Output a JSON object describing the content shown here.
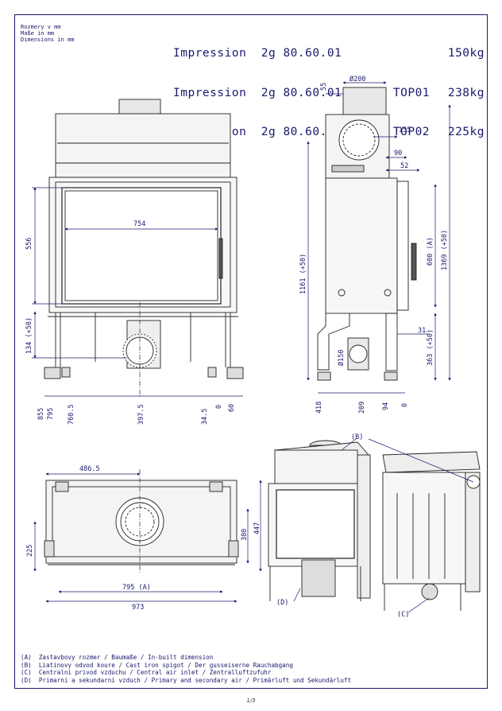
{
  "header": {
    "units": [
      "Rozmery v mm",
      "Maße in mm",
      "Dimensions in mm"
    ],
    "models": [
      {
        "name": "Impression  2g 80.60.01",
        "weight": "150kg"
      },
      {
        "name": "Impression  2g 80.60.01 + I2H TOP01",
        "weight": "238kg"
      },
      {
        "name": "Impression  2g 80.60.01 + I2H TOP02",
        "weight": "225kg"
      }
    ]
  },
  "front_view": {
    "dims": {
      "opening_width": "754",
      "opening_height": "556",
      "bottom_height": "134 (+50)",
      "d855": "855",
      "d795": "795",
      "d760": "760.5",
      "d397": "397.5",
      "d34": "34.5",
      "d0": "0",
      "d60": "60"
    }
  },
  "side_view": {
    "dims": {
      "d55": "55",
      "diam200": "Ø200",
      "d155": "155",
      "d90": "90",
      "d52": "52",
      "d1161": "1161 (+50)",
      "d600": "600 (A)",
      "d1369": "1369 (+50)",
      "d31": "31",
      "d363": "363 (+50)",
      "diam150": "Ø150",
      "d418": "418",
      "d209": "209",
      "d94": "94",
      "d0": "0"
    }
  },
  "top_view": {
    "dims": {
      "d486": "486.5",
      "d380": "380",
      "d447": "447",
      "d225": "225",
      "d795a": "795 (A)",
      "d973": "973"
    }
  },
  "callouts": {
    "B": "(B)",
    "C": "(C)",
    "D": "(D)"
  },
  "legend": [
    "(A)  Zastavbovy rozmer / Baumaße / In-built dimension",
    "(B)  Liatinovy odvod koure / Cast iron spigot / Der gusseiserne Rauchabgang",
    "(C)  Centralni privod vzduchu / Central air inlet / Zentralluftzufuhr",
    "(D)  Primarni a sekundarni vzduch / Primary and secondary air / Primärluft und Sekundärluft"
  ],
  "page": "1/3"
}
